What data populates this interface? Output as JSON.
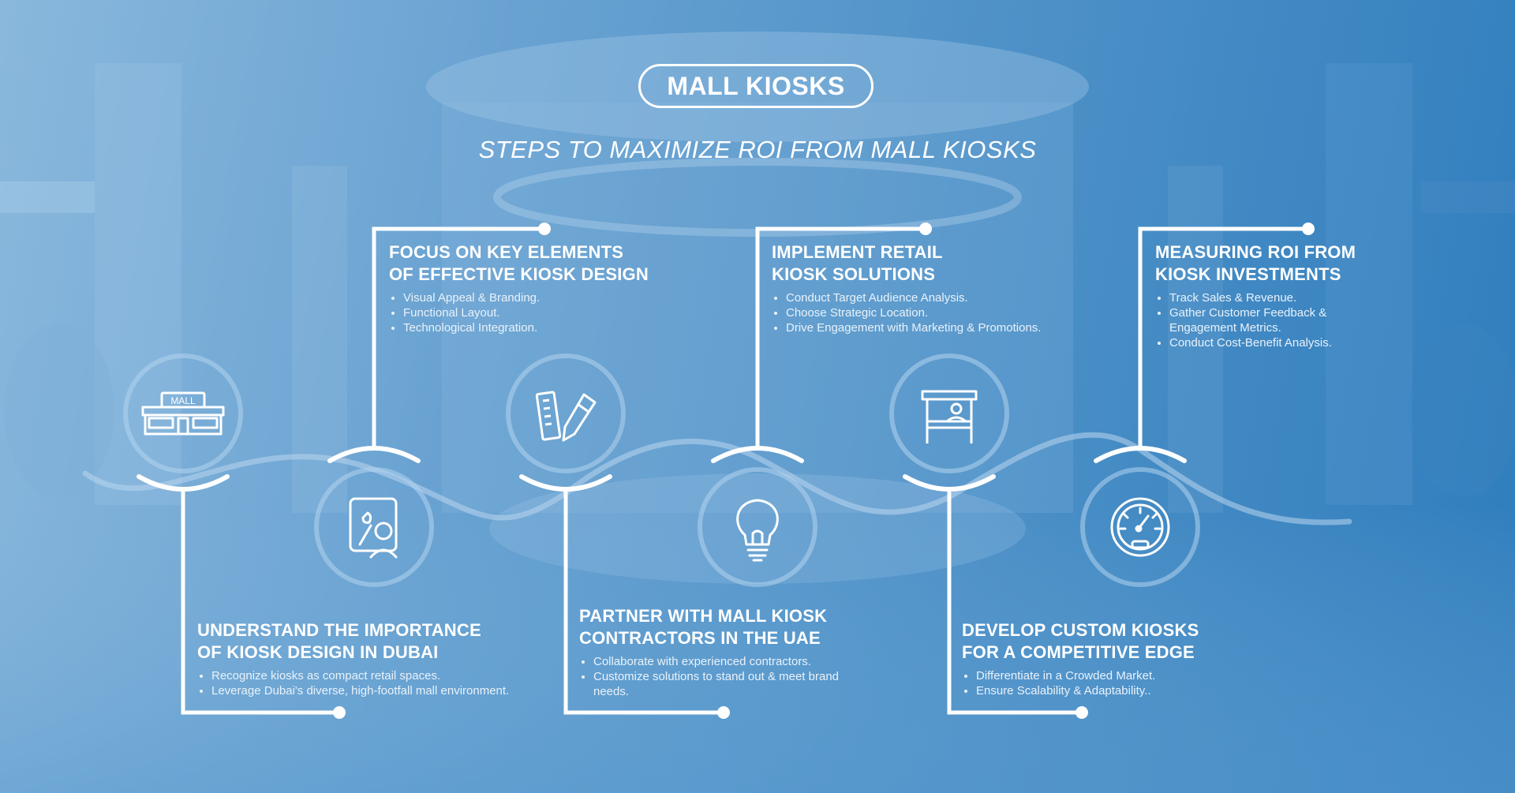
{
  "header": {
    "title": "MALL KIOSKS",
    "subtitle": "STEPS TO MAXIMIZE ROI FROM MALL KIOSKS"
  },
  "steps": [
    {
      "title_line1": "UNDERSTAND THE IMPORTANCE",
      "title_line2": "OF KIOSK DESIGN IN DUBAI",
      "bullets": [
        "Recognize kiosks as compact retail spaces.",
        "Leverage Dubai's diverse, high-footfall mall environment."
      ],
      "icon": "mall-store-icon"
    },
    {
      "title_line1": "FOCUS ON KEY ELEMENTS",
      "title_line2": "OF EFFECTIVE KIOSK DESIGN",
      "bullets": [
        "Visual Appeal & Branding.",
        "Functional Layout.",
        "Technological Integration."
      ],
      "icon": "designer-board-icon"
    },
    {
      "title_line1": "PARTNER WITH MALL KIOSK",
      "title_line2": "CONTRACTORS IN THE UAE",
      "bullets": [
        "Collaborate with experienced contractors.",
        " Customize solutions to stand out & meet brand needs."
      ],
      "icon": "ruler-pencil-icon"
    },
    {
      "title_line1": "IMPLEMENT RETAIL",
      "title_line2": "KIOSK SOLUTIONS",
      "bullets": [
        "Conduct Target Audience Analysis.",
        "Choose Strategic Location.",
        "Drive Engagement with Marketing & Promotions."
      ],
      "icon": "lightbulb-icon"
    },
    {
      "title_line1": "DEVELOP CUSTOM KIOSKS",
      "title_line2": "FOR A COMPETITIVE EDGE",
      "bullets": [
        "Differentiate in a Crowded Market.",
        "Ensure Scalability & Adaptability.."
      ],
      "icon": "kiosk-counter-icon"
    },
    {
      "title_line1": "MEASURING ROI FROM",
      "title_line2": "KIOSK INVESTMENTS",
      "bullets": [
        "Track Sales & Revenue.",
        "Gather Customer Feedback & Engagement Metrics.",
        "Conduct Cost-Benefit Analysis."
      ],
      "icon": "speedometer-icon"
    }
  ],
  "icon_labels": {
    "mall_sign": "MALL"
  },
  "colors": {
    "line": "#ffffff",
    "ring": "#a9cdea",
    "background_light": "#8ab8dc",
    "background_dark": "#2f7dbd"
  }
}
